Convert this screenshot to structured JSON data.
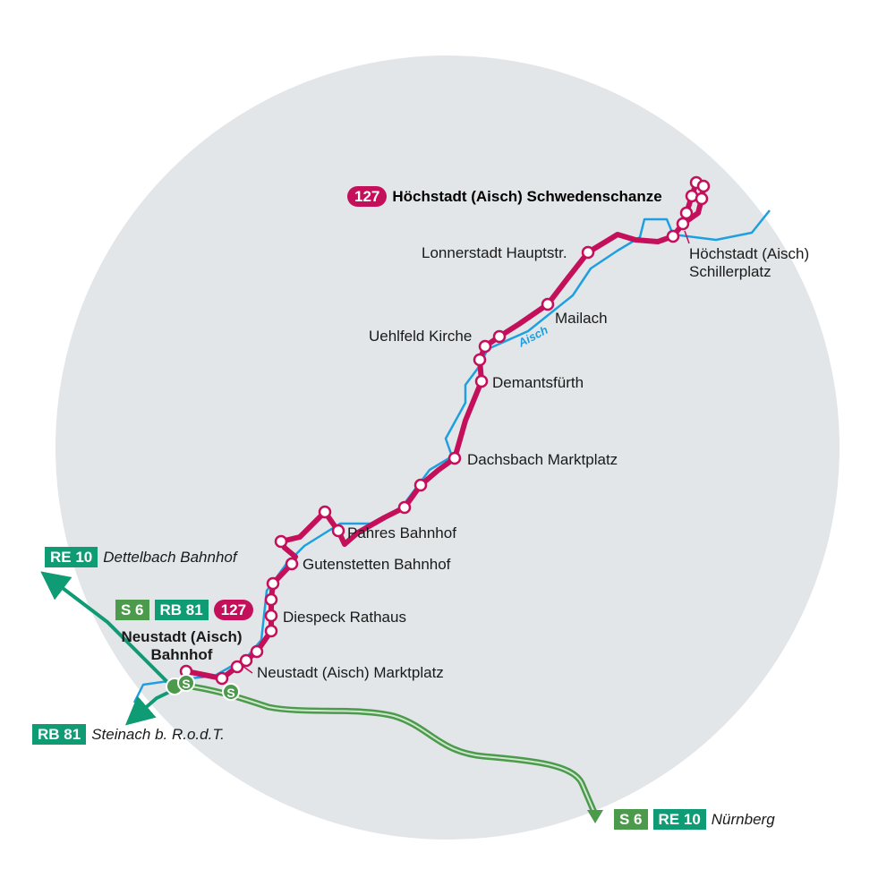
{
  "colors": {
    "bus": "#c4105a",
    "s_bahn": "#4c9a4c",
    "regional": "#0f9b73",
    "river": "#1ea0e0",
    "area": "#e2e6e9"
  },
  "route_badge": "127",
  "terminus": "Höchstadt (Aisch) Schwedenschanze",
  "river_name": "Aisch",
  "stops": {
    "schillerplatz_1": "Höchstadt (Aisch)",
    "schillerplatz_2": "Schillerplatz",
    "lonnerstadt": "Lonnerstadt Hauptstr.",
    "mailach": "Mailach",
    "uehlfeld": "Uehlfeld Kirche",
    "demantsfurth": "Demantsfürth",
    "dachsbach": "Dachsbach Marktplatz",
    "pahres": "Pahres Bahnhof",
    "gutenstetten": "Gutenstetten Bahnhof",
    "diespeck": "Diespeck Rathaus",
    "neustadt_markt": "Neustadt (Aisch) Marktplatz",
    "neustadt_bf_1": "Neustadt (Aisch)",
    "neustadt_bf_2": "Bahnhof"
  },
  "hub_badges": [
    "S 6",
    "RB 81",
    "127"
  ],
  "connections": {
    "re10_nw": {
      "line": "RE 10",
      "dest": "Dettelbach Bahnhof"
    },
    "rb81": {
      "line": "RB 81",
      "dest": "Steinach b. R.o.d.T."
    },
    "se": {
      "lines": [
        "S 6",
        "RE 10"
      ],
      "dest": "Nürnberg"
    }
  },
  "s_symbol": "S"
}
